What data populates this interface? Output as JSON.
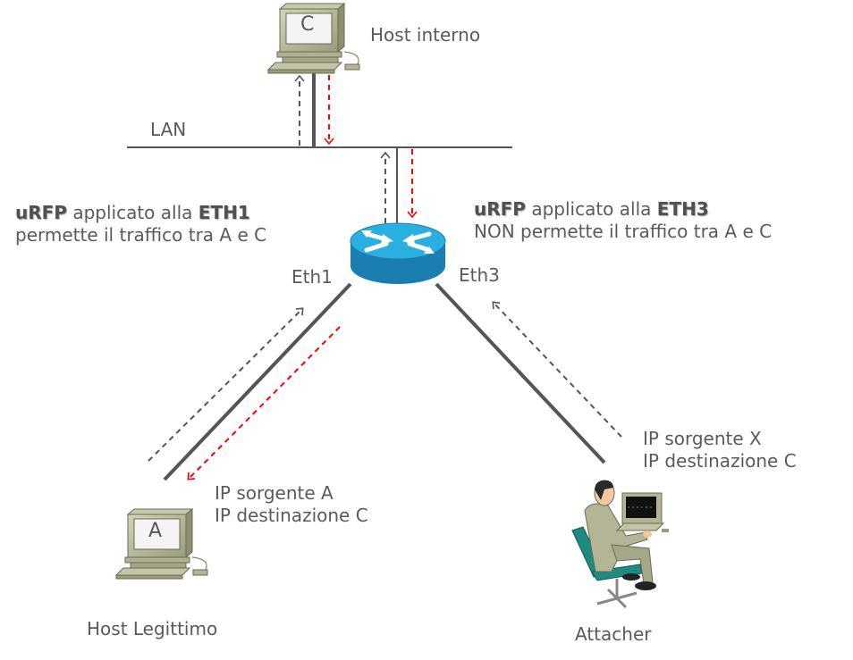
{
  "diagram": {
    "lan_label": "LAN",
    "host_internal": {
      "screen_letter": "C",
      "label": "Host interno"
    },
    "host_legit": {
      "screen_letter": "A",
      "label": "Host Legittimo"
    },
    "attacker": {
      "label": "Attacher"
    },
    "router": {
      "eth1_label": "Eth1",
      "eth3_label": "Eth3"
    },
    "note_left": {
      "term": "uRFP",
      "middle": " applicato alla ",
      "iface": "ETH1",
      "line2": "permette il traffico tra A e C"
    },
    "note_right": {
      "term": "uRFP",
      "middle": " applicato alla ",
      "iface": "ETH3",
      "line2": "NON permette il traffico tra A e C"
    },
    "packet_legit": {
      "line1": "IP sorgente A",
      "line2": "IP destinazione C"
    },
    "packet_attacker": {
      "line1": "IP sorgente X",
      "line2": "IP destinazione C"
    },
    "colors": {
      "link": "#555555",
      "request_arrow": "#555555",
      "reply_arrow": "#ff0000",
      "router_top": "#2ab0e0",
      "router_side": "#1a7fb0",
      "computer": "#b8b89a"
    }
  }
}
